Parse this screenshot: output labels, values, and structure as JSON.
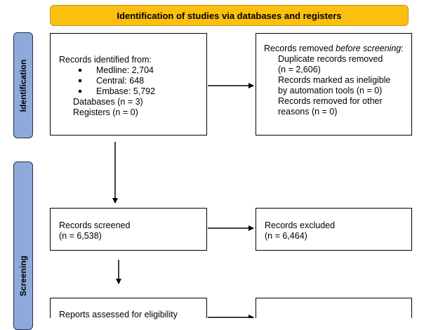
{
  "header": {
    "title": "Identification of studies via databases and registers"
  },
  "phases": {
    "identification": "Identification",
    "screening": "Screening"
  },
  "identified": {
    "intro": "Records identified from:",
    "bullets": [
      "Medline: 2,704",
      "Central: 648",
      "Embase: 5,792"
    ],
    "databases": "Databases (n = 3)",
    "registers": "Registers (n = 0)"
  },
  "removed": {
    "prefix": "Records removed ",
    "emph": "before screening",
    "suffix": ":",
    "lines": [
      "Duplicate records removed",
      "(n = 2,606)",
      "Records marked as ineligible",
      "by automation tools (n = 0)",
      "Records removed for other",
      "reasons (n = 0)"
    ]
  },
  "screened": {
    "line1": "Records screened",
    "line2": "(n = 6,538)"
  },
  "excluded": {
    "line1": "Records excluded",
    "line2": "(n = 6,464)"
  },
  "assessed": {
    "line1": "Reports assessed for eligibility"
  }
}
